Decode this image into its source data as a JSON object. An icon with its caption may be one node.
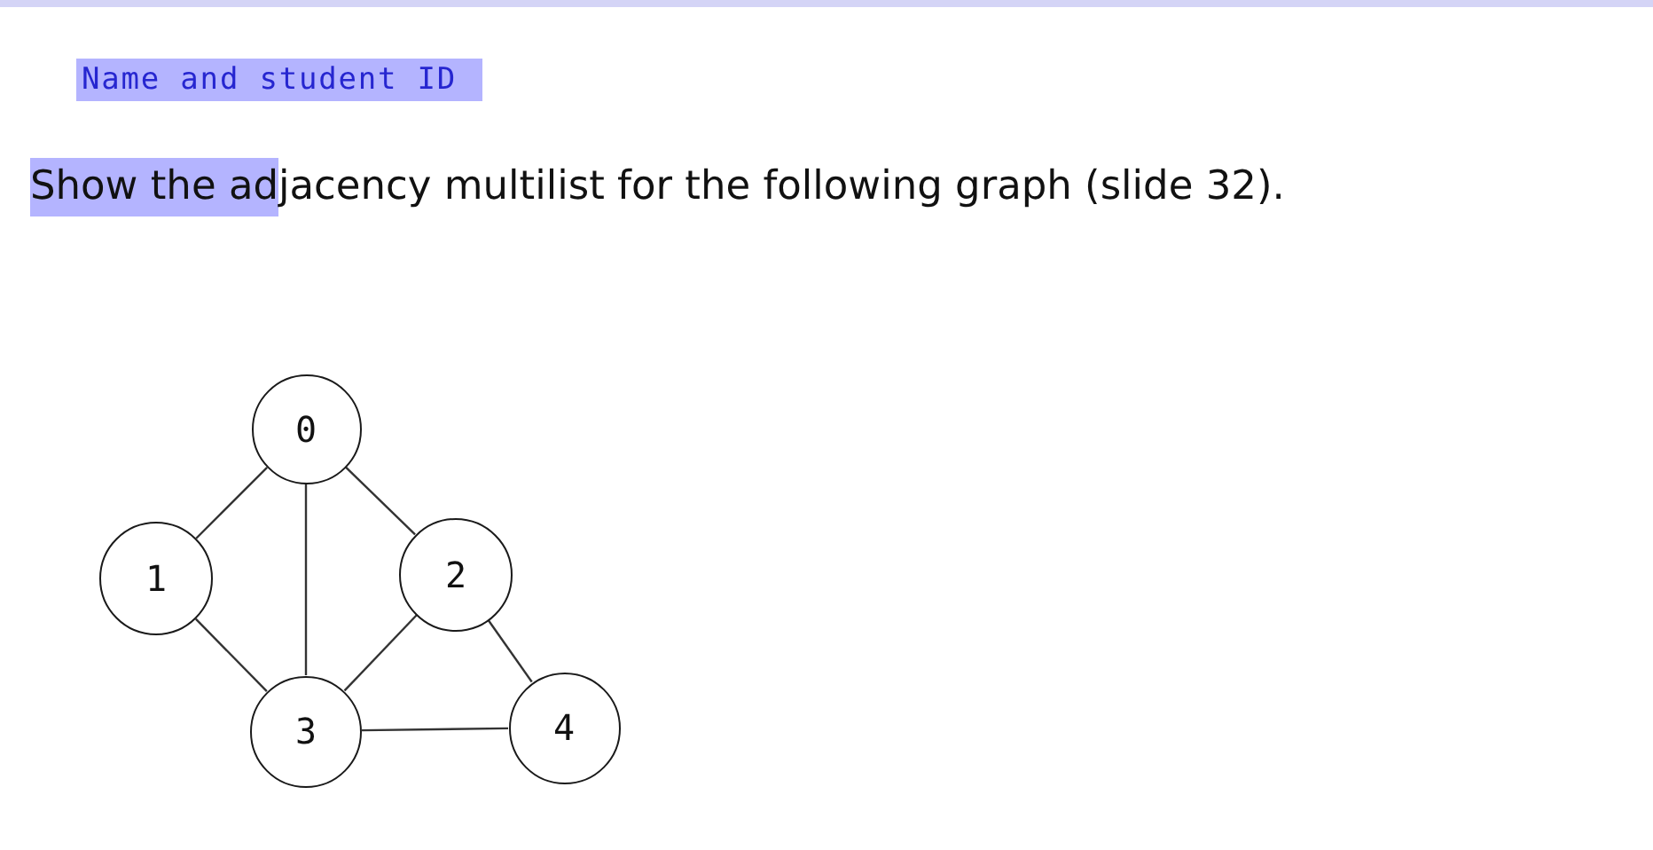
{
  "diagram": {
    "nodes": [
      {
        "text": [
          "0"
        ]
      },
      {
        "text": [
          "1"
        ]
      },
      {
        "text": [
          "2"
        ]
      },
      {
        "text": [
          "3"
        ]
      },
      {
        "text": [
          "4"
        ]
      }
    ],
    "edges": [
      {
        "from": 0,
        "to": 1,
        "arrow": "none"
      },
      {
        "from": 0,
        "to": 3,
        "arrow": "none"
      },
      {
        "from": 0,
        "to": 2,
        "arrow": "none"
      },
      {
        "from": 1,
        "to": 3,
        "arrow": "none"
      },
      {
        "from": 2,
        "to": 3,
        "arrow": "none"
      },
      {
        "from": 2,
        "to": 4,
        "arrow": "none"
      },
      {
        "from": 3,
        "to": 4,
        "arrow": "none"
      }
    ],
    "labels": [
      "Name and student ID",
      "Show the adjacency multilist for the following graph (slide 32)."
    ]
  }
}
